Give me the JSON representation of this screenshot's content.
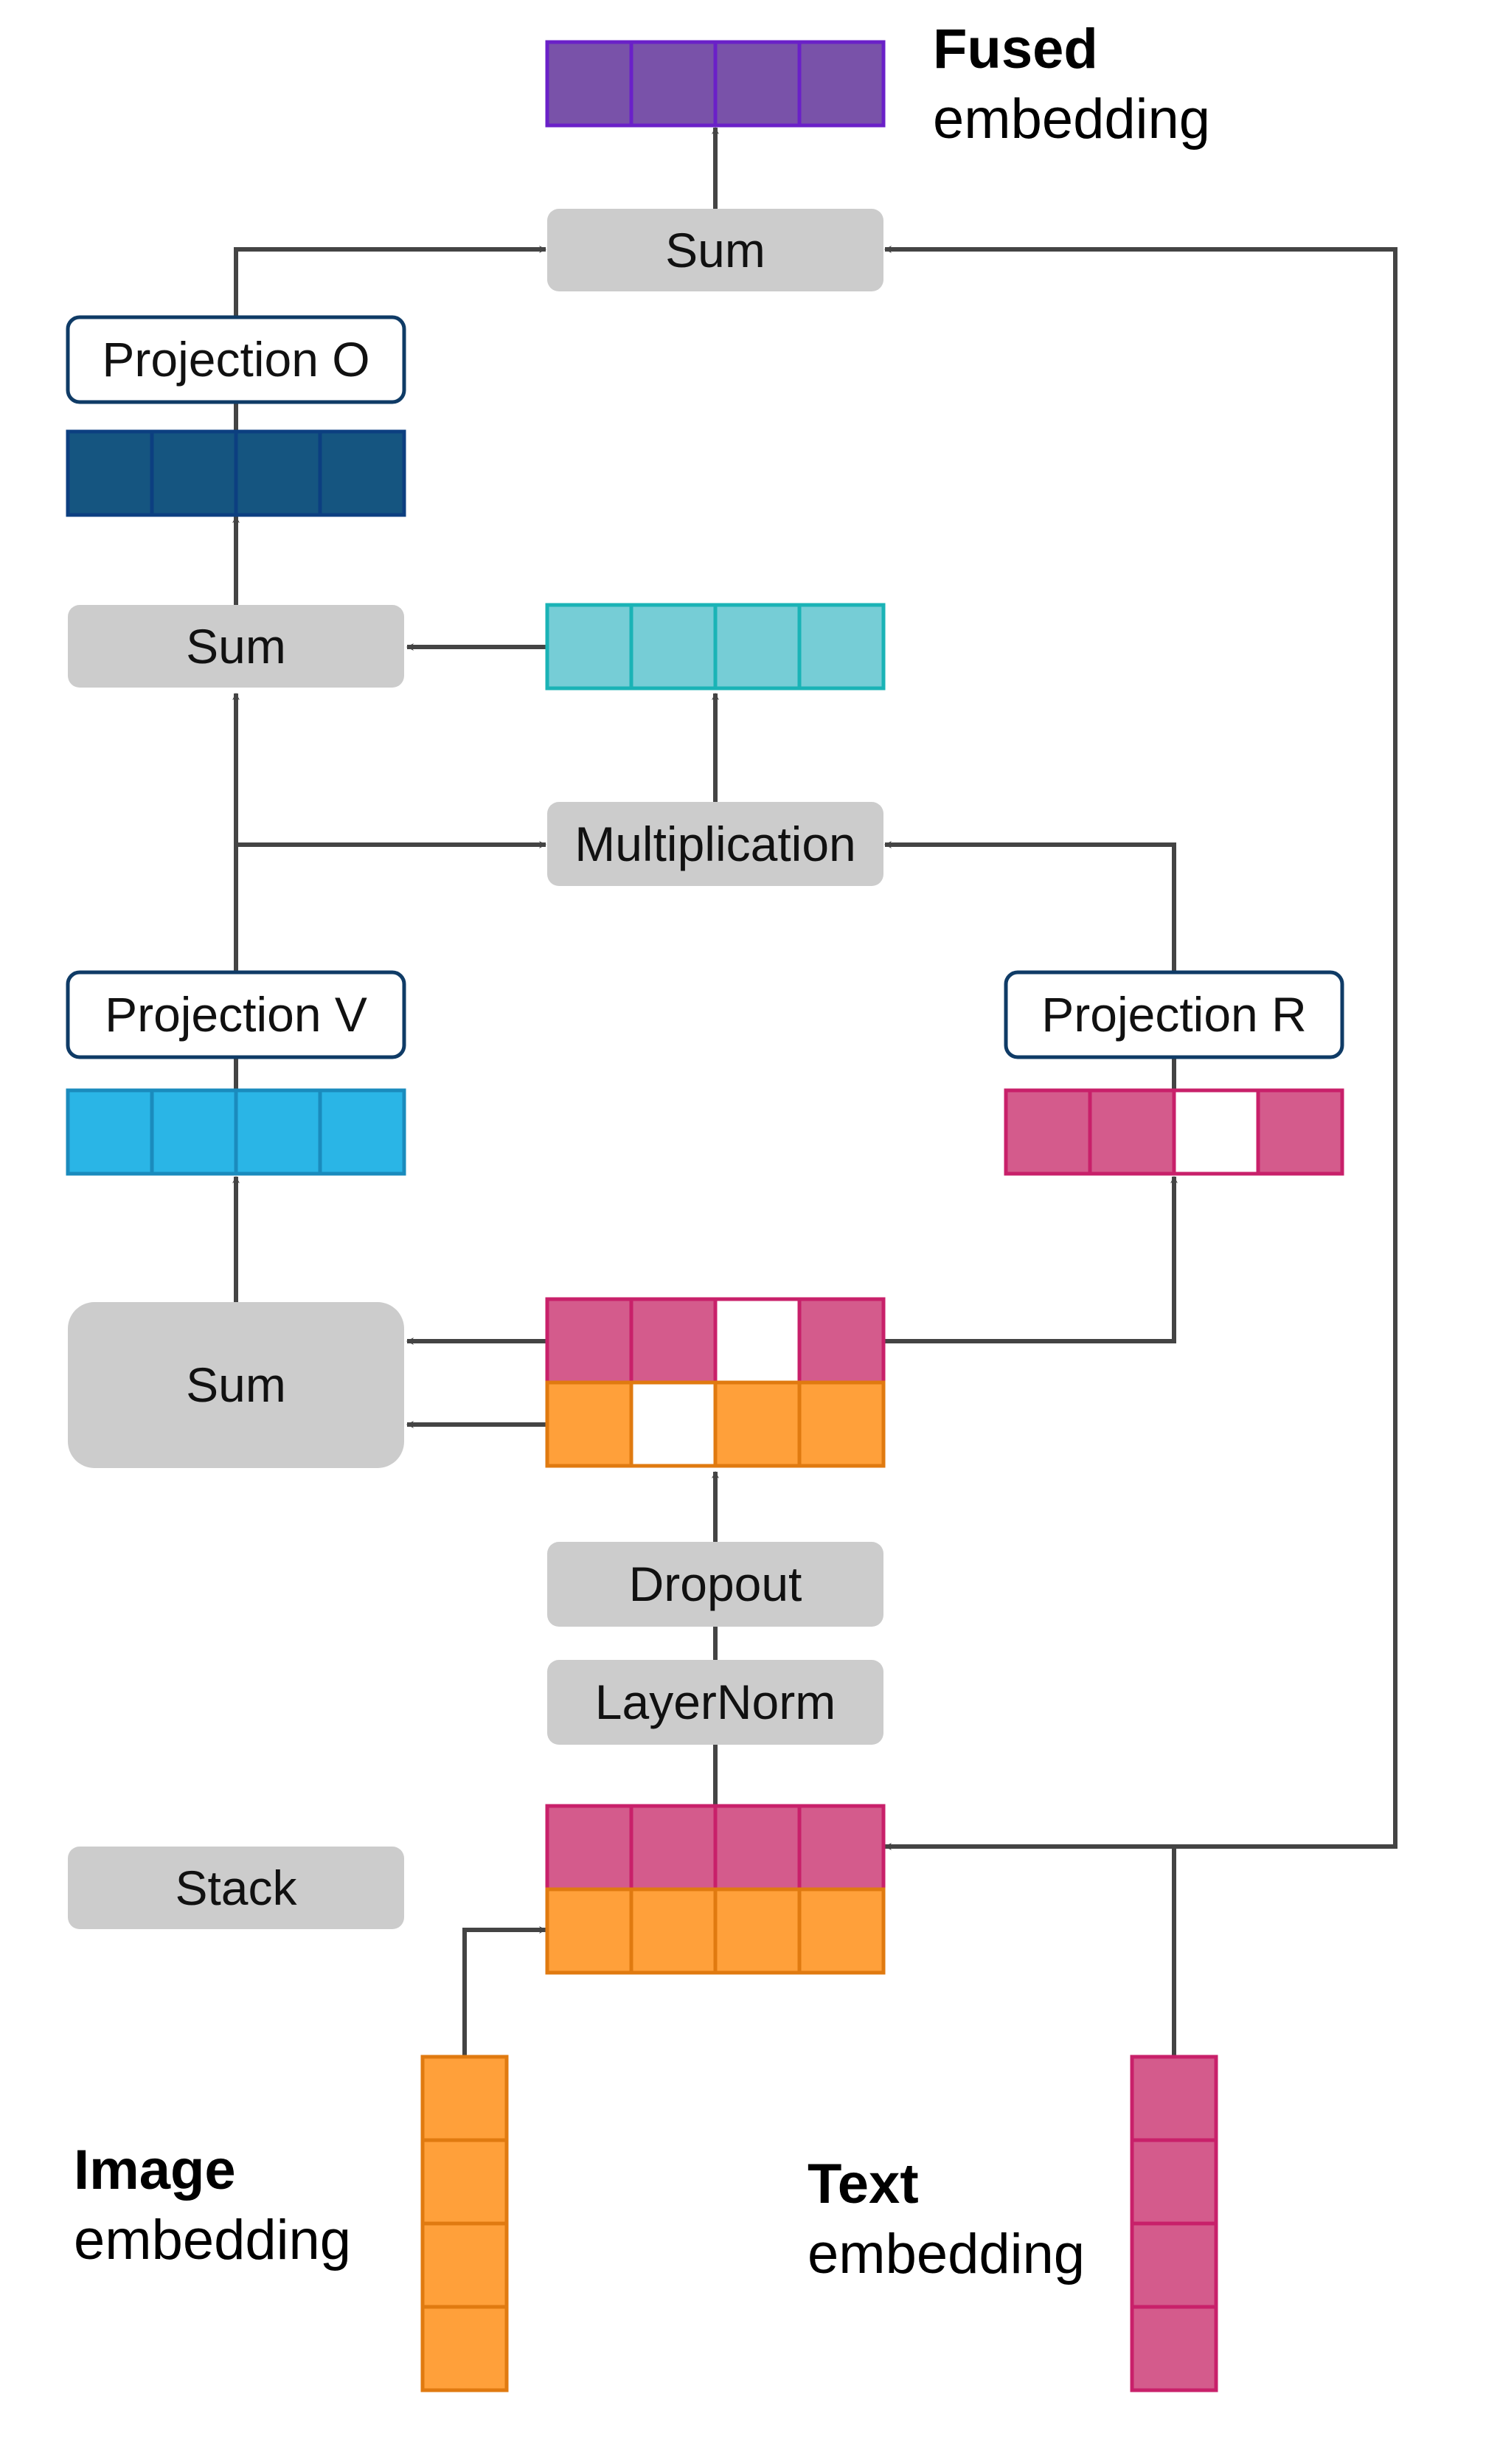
{
  "nodes": {
    "sum_top": "Sum",
    "projection_o": "Projection O",
    "sum_mid": "Sum",
    "multiplication": "Multiplication",
    "projection_v": "Projection V",
    "projection_r": "Projection R",
    "sum_low": "Sum",
    "dropout": "Dropout",
    "layernorm": "LayerNorm",
    "stack": "Stack"
  },
  "captions": {
    "fused": {
      "bold": "Fused",
      "normal": "embedding"
    },
    "image": {
      "bold": "Image",
      "normal": "embedding"
    },
    "text": {
      "bold": "Text",
      "normal": "embedding"
    }
  },
  "colors": {
    "fused": "#7952a9",
    "projection_o_output": "#155580",
    "product": "#76cdd6",
    "projection_v_output": "#2ab5e6",
    "text": "#d45b8c",
    "image": "#ffa03a",
    "masked_cell": "#ffffff"
  }
}
